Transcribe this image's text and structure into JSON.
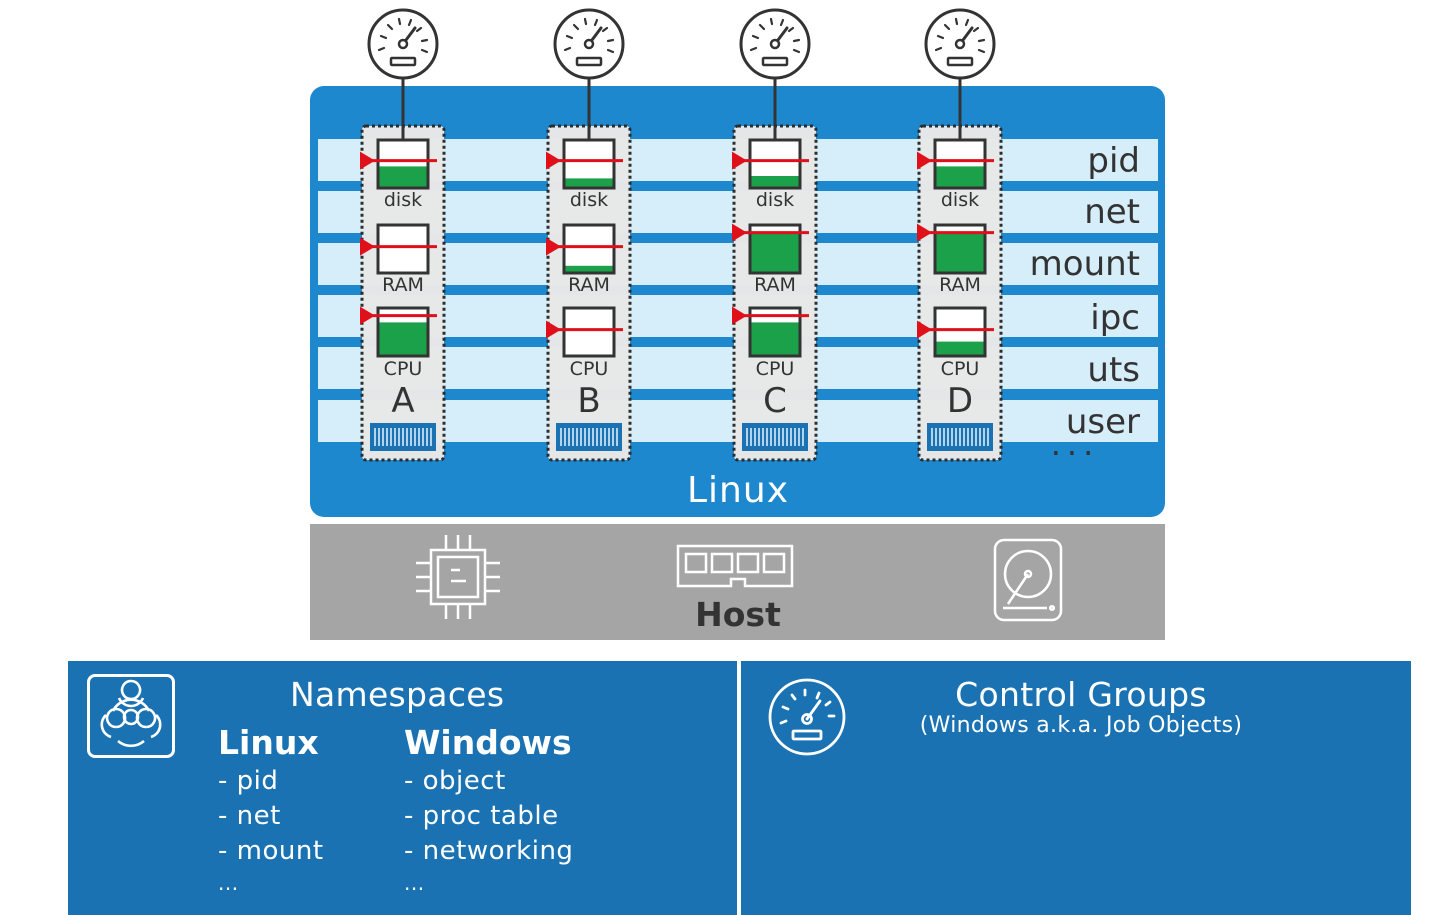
{
  "diagram": {
    "namespace_rows": [
      "pid",
      "net",
      "mount",
      "ipc",
      "uts",
      "user"
    ],
    "ellipsis": "...",
    "kernel_label": "Linux",
    "host_label": "Host",
    "resource_labels": {
      "disk": "disk",
      "ram": "RAM",
      "cpu": "CPU"
    },
    "containers": [
      {
        "id": "A",
        "disk_fill": 0.45,
        "ram_fill": 0.0,
        "cpu_fill": 0.7
      },
      {
        "id": "B",
        "disk_fill": 0.2,
        "ram_fill": 0.15,
        "cpu_fill": 0.0
      },
      {
        "id": "C",
        "disk_fill": 0.25,
        "ram_fill": 0.85,
        "cpu_fill": 0.7
      },
      {
        "id": "D",
        "disk_fill": 0.45,
        "ram_fill": 0.85,
        "cpu_fill": 0.3
      }
    ],
    "host_icons": [
      "cpu-chip-icon",
      "memory-module-icon",
      "hard-disk-icon"
    ],
    "gauge_icon": "gauge-icon"
  },
  "namespaces": {
    "title": "Namespaces",
    "icon": "biohazard-icon",
    "linux": {
      "heading": "Linux",
      "items": [
        "- pid",
        "- net",
        "- mount",
        "..."
      ]
    },
    "windows": {
      "heading": "Windows",
      "items": [
        "- object",
        "- proc table",
        "- networking",
        "..."
      ]
    }
  },
  "control_groups": {
    "title": "Control Groups",
    "subtitle": "(Windows a.k.a. Job Objects)",
    "icon": "gauge-icon"
  },
  "colors": {
    "blue": "#1a72b3",
    "bright_blue": "#1e88cf",
    "light_blue": "#d5eefa",
    "green": "#1aa14a",
    "red": "#e0101a",
    "gray": "#a5a5a5",
    "dark": "#333333"
  }
}
